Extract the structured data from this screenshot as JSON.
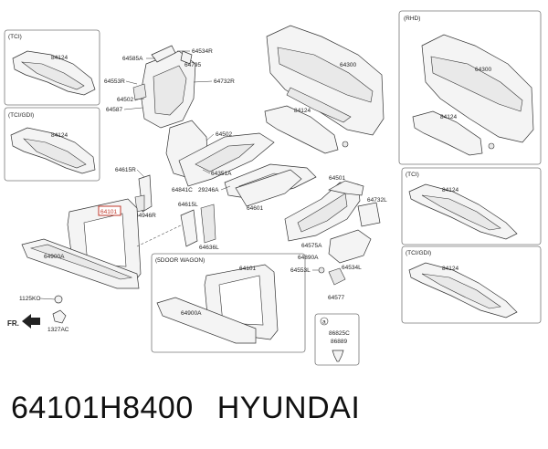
{
  "caption": {
    "part_number": "64101H8400",
    "brand": "HYUNDAI"
  },
  "boxes": {
    "tci": "(TCI)",
    "tci_gdi": "(TCI/GDI)",
    "rhd": "(RHD)",
    "tci_right": "(TCI)",
    "tci_gdi_right": "(TCI/GDI)",
    "door_wagon": "(5DOOR WAGON)"
  },
  "labels": {
    "tci_84124": "84124",
    "tcigdi_84124": "84124",
    "p64585A": "64585A",
    "p64534R": "64534R",
    "p64795": "64795",
    "p64553R": "64553R",
    "p64732R": "64732R",
    "p64502": "64502",
    "p64587": "64587",
    "p64502b": "64502",
    "p64615R": "64615R",
    "p64351A": "64351A",
    "p64841C": "64841C",
    "p29246A": "29246A",
    "p64946R": "64946R",
    "p64101_hl": "64101",
    "p64615L": "64615L",
    "p64601": "64601",
    "p64636L": "64636L",
    "p64900A": "64900A",
    "p1125KO": "1125KO",
    "p1327AC": "1327AC",
    "fr": "FR.",
    "w64101": "64101",
    "w64900A": "64900A",
    "c64300": "64300",
    "c84124": "84124",
    "r64300": "64300",
    "r84124": "84124",
    "p64501": "64501",
    "p64732L": "64732L",
    "p64575A": "64575A",
    "p64890A": "64890A",
    "p64534L": "64534L",
    "p64553L": "64553L",
    "p64577": "64577",
    "tci_r_84124": "84124",
    "tcigdi_r_84124": "84124",
    "clip_a": "86825C",
    "clip_b": "86889",
    "marker_a": "a"
  }
}
